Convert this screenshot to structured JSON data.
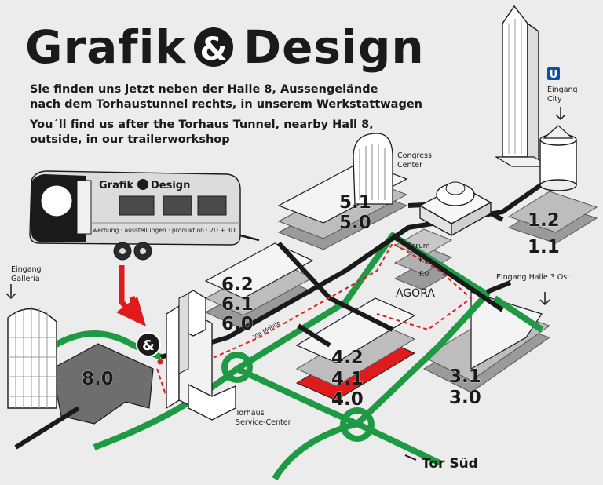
{
  "header": {
    "title_left": "Grafik",
    "title_right": "Design",
    "logo_glyph": "&",
    "info_de_line1": "Sie finden uns jetzt neben der Halle 8, Aussengelände",
    "info_de_line2": "nach dem Torhaustunnel rechts, in unserem Werkstattwagen",
    "info_en_line1": "You´ll find us after the Torhaus Tunnel, nearby Hall 8,",
    "info_en_line2": "outside, in our trailerworkshop"
  },
  "trailer": {
    "brand_left": "Grafik",
    "brand_right": "Design",
    "services": "werbung · ausstellungen · produktion · 2D + 3D"
  },
  "places": {
    "congress_l1": "Congress",
    "congress_l2": "Center",
    "eingang_city_l1": "Eingang",
    "eingang_city_l2": "City",
    "ubahn": "U",
    "eingang_galleria_l1": "Eingang",
    "eingang_galleria_l2": "Galleria",
    "eingang_halle3": "Eingang Halle 3 Ost",
    "forum": "Forum",
    "forum_f1": "F.1",
    "forum_f0": "F.0",
    "agora": "AGORA",
    "via_mobile": "Via Mobile",
    "torhaus_l1": "Torhaus",
    "torhaus_l2": "Service-Center",
    "tor_sued": "Tor Süd"
  },
  "halls": {
    "h51": "5.1",
    "h50": "5.0",
    "h12": "1.2",
    "h11": "1.1",
    "h62": "6.2",
    "h61": "6.1",
    "h60": "6.0",
    "h42": "4.2",
    "h41": "4.1",
    "h40": "4.0",
    "h31": "3.1",
    "h30": "3.0",
    "h80": "8.0"
  },
  "colors": {
    "background": "#ececec",
    "road_green": "#1f9a44",
    "path_black": "#1a1a1a",
    "highlight_red": "#e01b1b",
    "hall_gray": "#aaaaaa",
    "hall_dark": "#6e6e6e",
    "white": "#ffffff"
  }
}
